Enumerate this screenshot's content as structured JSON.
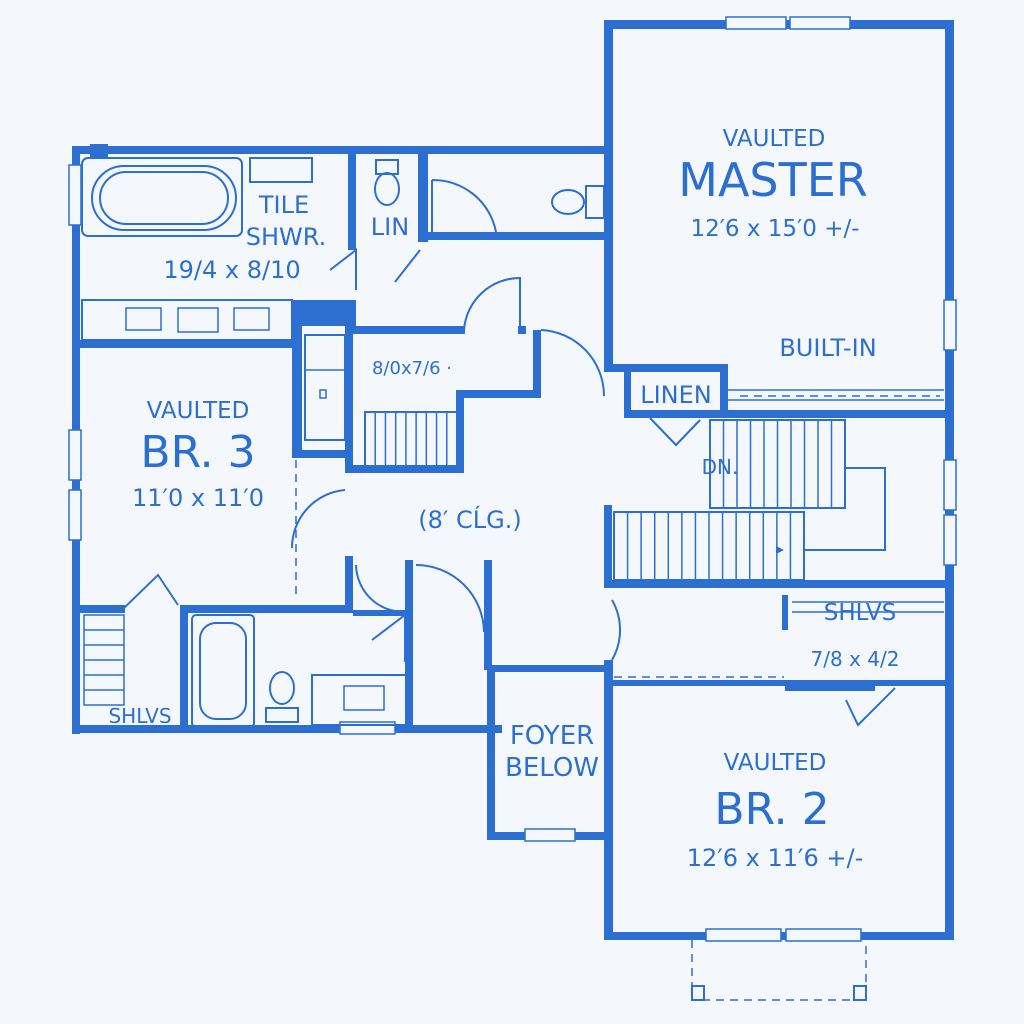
{
  "rooms": {
    "master": {
      "vaulted": "VAULTED",
      "name": "MASTER",
      "size": "12′6 x 15′0 +/-"
    },
    "built_in": "BUILT-IN",
    "linen": "LINEN",
    "tile_shower": {
      "line1": "TILE",
      "line2": "SHWR."
    },
    "master_bath_size": "19/4 x 8/10",
    "lin": "LIN",
    "closet_size": "8/0x7/6 ·",
    "br3": {
      "vaulted": "VAULTED",
      "name": "BR. 3",
      "size": "11′0 x 11′0"
    },
    "hall_ceiling": "(8′ CĹG.)",
    "stair_down": "DN.",
    "shelves_right": "SHLVS",
    "shelves_closet_size": "7/8 x 4/2",
    "shelves_left": "SHLVS",
    "foyer": {
      "line1": "FOYER",
      "line2": "BELOW"
    },
    "br2": {
      "vaulted": "VAULTED",
      "name": "BR. 2",
      "size": "12′6 x 11′6 +/-"
    }
  },
  "colors": {
    "ink": "#2c6fd1",
    "paper": "#f4f8fc"
  }
}
